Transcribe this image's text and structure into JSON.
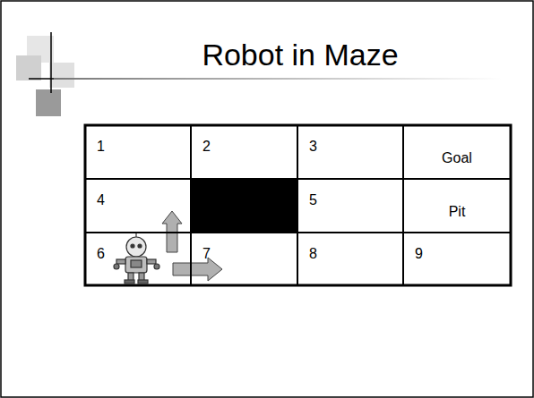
{
  "diagram": {
    "title": "Robot in Maze",
    "nodes": [
      {
        "text": [
          "1"
        ]
      },
      {
        "text": [
          "2"
        ]
      },
      {
        "text": [
          "3"
        ]
      },
      {
        "text": [
          "Goal"
        ]
      },
      {
        "text": [
          "4"
        ]
      },
      {
        "text": [
          "5"
        ]
      },
      {
        "text": [
          "Pit"
        ]
      },
      {
        "text": [
          "6"
        ]
      },
      {
        "text": [
          "7"
        ]
      },
      {
        "text": [
          "8"
        ]
      },
      {
        "text": [
          "9"
        ]
      }
    ]
  }
}
